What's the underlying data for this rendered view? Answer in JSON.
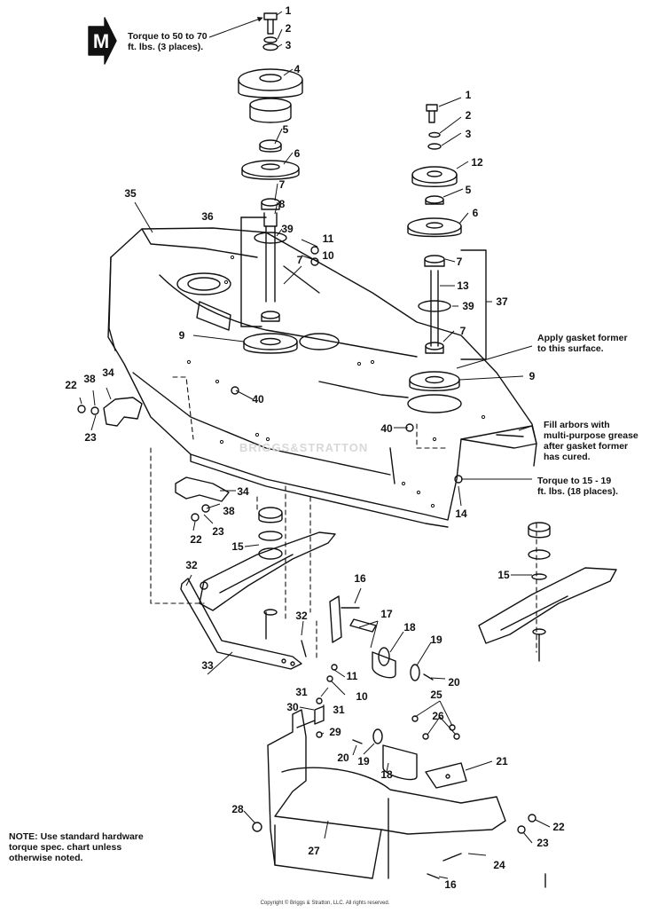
{
  "badge": {
    "letter": "M"
  },
  "notes": {
    "torque_top": "Torque to 50 to 70\nft. lbs. (3 places).",
    "gasket": "Apply gasket former\nto this surface.",
    "grease": "Fill arbors with\nmulti-purpose grease\nafter gasket former\nhas cured.",
    "torque_bottom": "Torque to 15 - 19\nft. lbs. (18 places).",
    "hardware": "NOTE: Use standard hardware\ntorque spec. chart unless\notherwise noted."
  },
  "watermark": "BRIGGS&STRATTON",
  "copyright": "Copyright © Briggs & Stratton, LLC. All rights reserved.",
  "callouts": [
    {
      "id": "c1a",
      "text": "1"
    },
    {
      "id": "c2a",
      "text": "2"
    },
    {
      "id": "c3a",
      "text": "3"
    },
    {
      "id": "c4",
      "text": "4"
    },
    {
      "id": "c5a",
      "text": "5"
    },
    {
      "id": "c6a",
      "text": "6"
    },
    {
      "id": "c7a",
      "text": "7"
    },
    {
      "id": "c8",
      "text": "8"
    },
    {
      "id": "c35",
      "text": "35"
    },
    {
      "id": "c36",
      "text": "36"
    },
    {
      "id": "c39a",
      "text": "39"
    },
    {
      "id": "c11a",
      "text": "11"
    },
    {
      "id": "c10a",
      "text": "10"
    },
    {
      "id": "c7b",
      "text": "7"
    },
    {
      "id": "c9a",
      "text": "9"
    },
    {
      "id": "c40a",
      "text": "40"
    },
    {
      "id": "c1b",
      "text": "1"
    },
    {
      "id": "c2b",
      "text": "2"
    },
    {
      "id": "c3b",
      "text": "3"
    },
    {
      "id": "c12",
      "text": "12"
    },
    {
      "id": "c5b",
      "text": "5"
    },
    {
      "id": "c6b",
      "text": "6"
    },
    {
      "id": "c7c",
      "text": "7"
    },
    {
      "id": "c13",
      "text": "13"
    },
    {
      "id": "c37",
      "text": "37"
    },
    {
      "id": "c39b",
      "text": "39"
    },
    {
      "id": "c7d",
      "text": "7"
    },
    {
      "id": "c9b",
      "text": "9"
    },
    {
      "id": "c40b",
      "text": "40"
    },
    {
      "id": "c14",
      "text": "14"
    },
    {
      "id": "c22a",
      "text": "22"
    },
    {
      "id": "c38a",
      "text": "38"
    },
    {
      "id": "c34a",
      "text": "34"
    },
    {
      "id": "c23a",
      "text": "23"
    },
    {
      "id": "c34b",
      "text": "34"
    },
    {
      "id": "c38b",
      "text": "38"
    },
    {
      "id": "c23b",
      "text": "23"
    },
    {
      "id": "c22b",
      "text": "22"
    },
    {
      "id": "c15a",
      "text": "15"
    },
    {
      "id": "c32a",
      "text": "32"
    },
    {
      "id": "c15b",
      "text": "15"
    },
    {
      "id": "c16a",
      "text": "16"
    },
    {
      "id": "c17",
      "text": "17"
    },
    {
      "id": "c18a",
      "text": "18"
    },
    {
      "id": "c19a",
      "text": "19"
    },
    {
      "id": "c20a",
      "text": "20"
    },
    {
      "id": "c32b",
      "text": "32"
    },
    {
      "id": "c33",
      "text": "33"
    },
    {
      "id": "c11b",
      "text": "11"
    },
    {
      "id": "c10b",
      "text": "10"
    },
    {
      "id": "c31a",
      "text": "31"
    },
    {
      "id": "c31b",
      "text": "31"
    },
    {
      "id": "c30",
      "text": "30"
    },
    {
      "id": "c29",
      "text": "29"
    },
    {
      "id": "c25",
      "text": "25"
    },
    {
      "id": "c26",
      "text": "26"
    },
    {
      "id": "c20b",
      "text": "20"
    },
    {
      "id": "c19b",
      "text": "19"
    },
    {
      "id": "c18b",
      "text": "18"
    },
    {
      "id": "c21",
      "text": "21"
    },
    {
      "id": "c28",
      "text": "28"
    },
    {
      "id": "c27",
      "text": "27"
    },
    {
      "id": "c22c",
      "text": "22"
    },
    {
      "id": "c23c",
      "text": "23"
    },
    {
      "id": "c24",
      "text": "24"
    },
    {
      "id": "c16b",
      "text": "16"
    }
  ]
}
